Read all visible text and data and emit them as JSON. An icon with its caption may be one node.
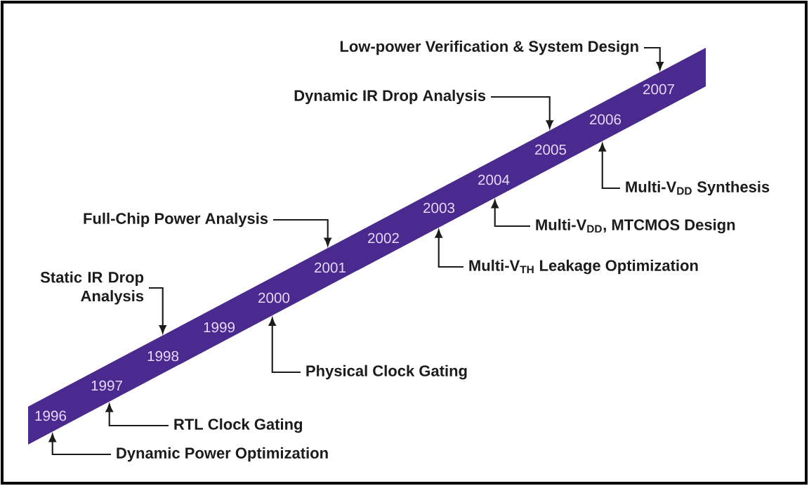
{
  "diagram": {
    "nodes": [
      {
        "text": [
          "1996",
          "1997",
          "1998",
          "1999",
          "2000",
          "2001",
          "2002",
          "2003",
          "2004",
          "2005",
          "2006",
          "2007"
        ]
      },
      {
        "text": [
          "Low-power Verification & System Design"
        ]
      },
      {
        "text": [
          "Dynamic IR Drop Analysis"
        ]
      },
      {
        "text": [
          "Multi-V$_{DD}$ Synthesis"
        ]
      },
      {
        "text": [
          "Full-Chip Power Analysis"
        ]
      },
      {
        "text": [
          "Multi-V$_{DD}$, MTCMOS Design"
        ]
      },
      {
        "text": [
          "Multi-V$_{TH}$ Leakage Optimization"
        ]
      },
      {
        "text": [
          "Static IR Drop Analysis"
        ]
      },
      {
        "text": [
          "Physical Clock Gating"
        ]
      },
      {
        "text": [
          "RTL Clock Gating"
        ]
      },
      {
        "text": [
          "Dynamic Power Optimization"
        ]
      }
    ],
    "edges": [
      {
        "from": 1,
        "to": 0,
        "arrow": "to"
      },
      {
        "from": 2,
        "to": 0,
        "arrow": "to"
      },
      {
        "from": 3,
        "to": 0,
        "arrow": "to"
      },
      {
        "from": 4,
        "to": 0,
        "arrow": "to"
      },
      {
        "from": 5,
        "to": 0,
        "arrow": "to"
      },
      {
        "from": 6,
        "to": 0,
        "arrow": "to"
      },
      {
        "from": 7,
        "to": 0,
        "arrow": "to"
      },
      {
        "from": 8,
        "to": 0,
        "arrow": "to"
      },
      {
        "from": 9,
        "to": 0,
        "arrow": "to"
      },
      {
        "from": 10,
        "to": 0,
        "arrow": "to"
      }
    ]
  }
}
